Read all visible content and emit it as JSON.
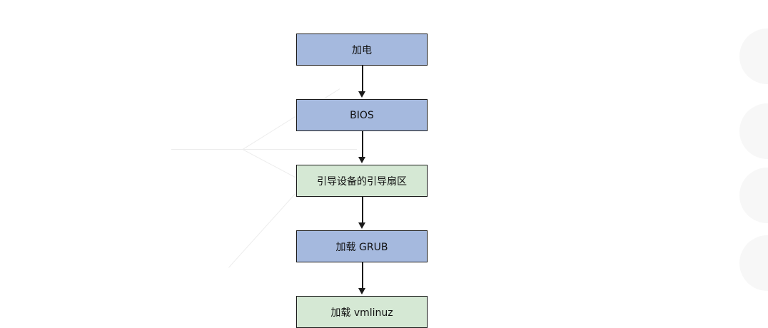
{
  "colors": {
    "blue_fill": "#a5b9de",
    "green_fill": "#d5e8d4",
    "stroke": "#1a1a1a"
  },
  "nodes": [
    {
      "label": "加电",
      "fill": "blue_fill"
    },
    {
      "label": "BIOS",
      "fill": "blue_fill"
    },
    {
      "label": "引导设备的引导扇区",
      "fill": "green_fill"
    },
    {
      "label": "加载 GRUB",
      "fill": "blue_fill"
    },
    {
      "label": "加载 vmlinuz",
      "fill": "green_fill"
    }
  ]
}
